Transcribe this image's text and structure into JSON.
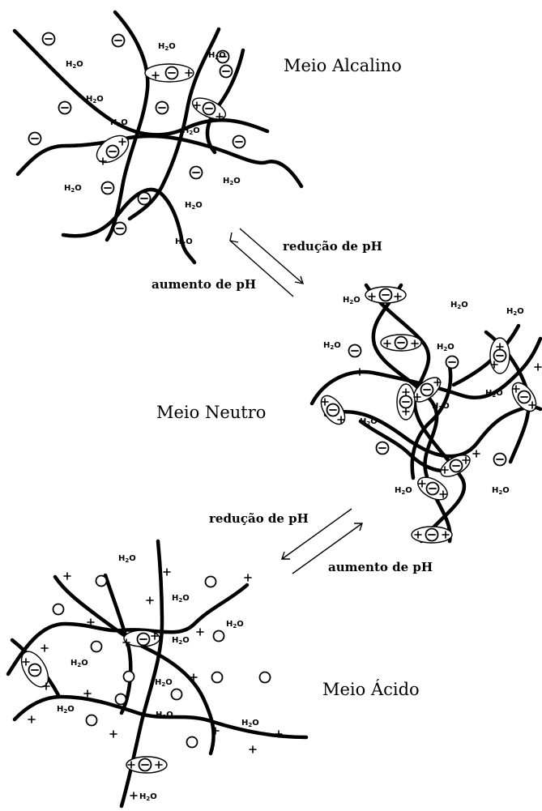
{
  "panels": {
    "alkaline": {
      "title": "Meio Alcalino"
    },
    "neutral": {
      "title": "Meio Neutro"
    },
    "acid": {
      "title": "Meio Ácido"
    }
  },
  "transitions": {
    "alk_neutral": {
      "forward_label": "redução de pH",
      "backward_label": "aumento de pH"
    },
    "neutral_acid": {
      "forward_label": "redução de pH",
      "backward_label": "aumento de pH"
    }
  },
  "species": {
    "water": {
      "base": "H",
      "subscript": "2",
      "tail": "O"
    },
    "anion_icon": "minus-circle-icon",
    "cation_icon": "plus-icon",
    "ion_pair_icon": "ion-pair-ellipse-icon"
  }
}
